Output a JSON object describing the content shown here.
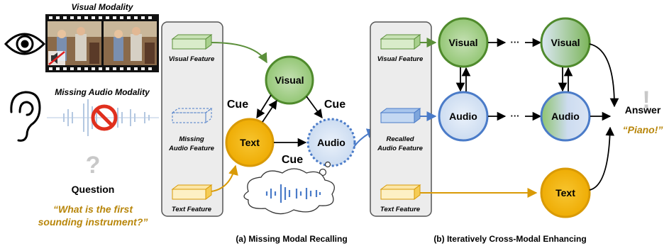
{
  "left_panel": {
    "visual_modality_title": "Visual Modality",
    "missing_audio_title": "Missing Audio Modality",
    "question_label": "Question",
    "question_line1": "“What is the first",
    "question_line2": "sounding instrument?”"
  },
  "panel_a": {
    "visual_feature": "Visual Feature",
    "missing_audio_line1": "Missing",
    "missing_audio_line2": "Audio Feature",
    "text_feature": "Text Feature",
    "node_visual": "Visual",
    "node_text": "Text",
    "node_audio": "Audio",
    "cue_1": "Cue",
    "cue_2": "Cue",
    "cue_3": "Cue",
    "caption": "(a) Missing Modal Recalling"
  },
  "panel_b": {
    "visual_feature": "Visual Feature",
    "recalled_line1": "Recalled",
    "recalled_line2": "Audio Feature",
    "text_feature": "Text Feature",
    "node_visual_1": "Visual",
    "node_visual_2": "Visual",
    "node_audio_1": "Audio",
    "node_audio_2": "Audio",
    "node_text": "Text",
    "ellipsis_1": "···",
    "ellipsis_2": "···",
    "answer_label": "Answer",
    "answer_text": "“Piano!”",
    "caption": "(b) Iteratively Cross-Modal Enhancing"
  },
  "colors": {
    "green": "#5b8f3a",
    "green_fill": "#a8d08d",
    "blue": "#4a7bc8",
    "blue_fill": "#dae5f4",
    "orange": "#d99a06",
    "orange_fill": "#f5b800",
    "question_gold": "#b8860b"
  },
  "icons": [
    "eye-icon",
    "ear-icon",
    "video-frames",
    "waveform-icon",
    "no-sign-icon",
    "question-mark-icon",
    "exclamation-icon",
    "thought-cloud-icon"
  ]
}
